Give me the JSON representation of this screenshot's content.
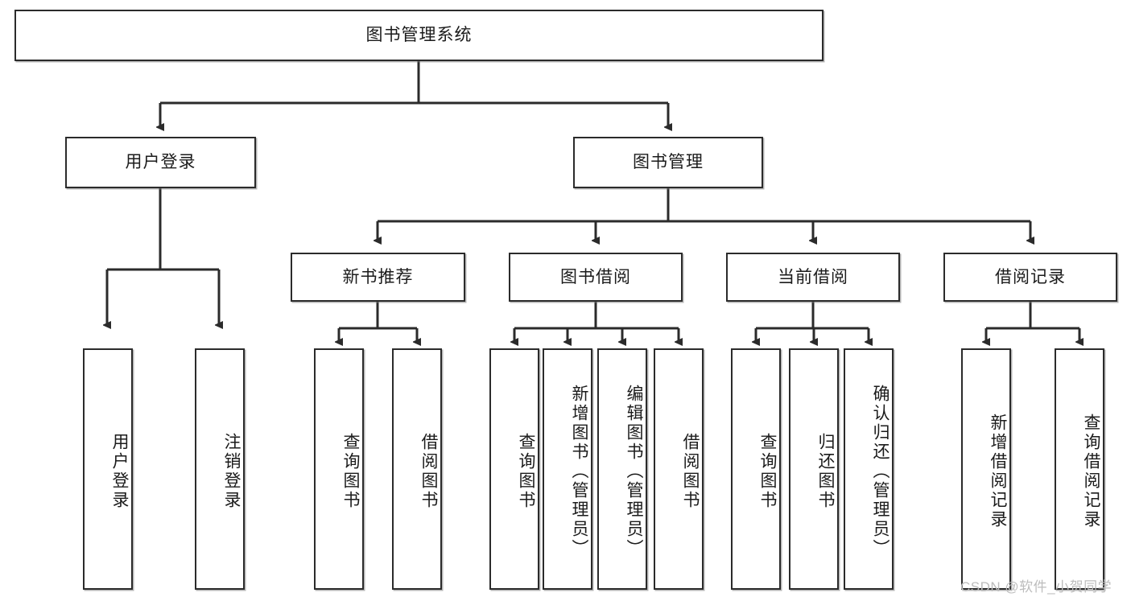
{
  "diagram": {
    "title_node": {
      "label": "图书管理系统"
    },
    "level1": [
      {
        "id": "user-login",
        "label": "用户登录"
      },
      {
        "id": "book-management",
        "label": "图书管理"
      }
    ],
    "level2": [
      {
        "id": "new-book-recommend",
        "label": "新书推荐"
      },
      {
        "id": "book-borrow",
        "label": "图书借阅"
      },
      {
        "id": "current-borrow",
        "label": "当前借阅"
      },
      {
        "id": "borrow-record",
        "label": "借阅记录"
      }
    ],
    "leaves": [
      {
        "id": "leaf-user-login",
        "label": "用户登录"
      },
      {
        "id": "leaf-logout-login",
        "label": "注销登录"
      },
      {
        "id": "leaf-query-book-1",
        "label": "查询图书"
      },
      {
        "id": "leaf-borrow-book-1",
        "label": "借阅图书"
      },
      {
        "id": "leaf-query-book-2",
        "label": "查询图书"
      },
      {
        "id": "leaf-add-book",
        "label": "新增图书（管理员）"
      },
      {
        "id": "leaf-edit-book",
        "label": "编辑图书（管理员）"
      },
      {
        "id": "leaf-borrow-book-2",
        "label": "借阅图书"
      },
      {
        "id": "leaf-query-book-3",
        "label": "查询图书"
      },
      {
        "id": "leaf-return-book",
        "label": "归还图书"
      },
      {
        "id": "leaf-confirm-return",
        "label": "确认归还（管理员）"
      },
      {
        "id": "leaf-add-borrow-record",
        "label": "新增借阅记录"
      },
      {
        "id": "leaf-query-borrow-record",
        "label": "查询借阅记录"
      }
    ],
    "watermark": "CSDN @软件_小贺同学",
    "colors": {
      "stroke": "#2b2b2b",
      "fill": "#ffffff",
      "text": "#1b1b1b",
      "watermark": "#bdbdbd"
    }
  }
}
